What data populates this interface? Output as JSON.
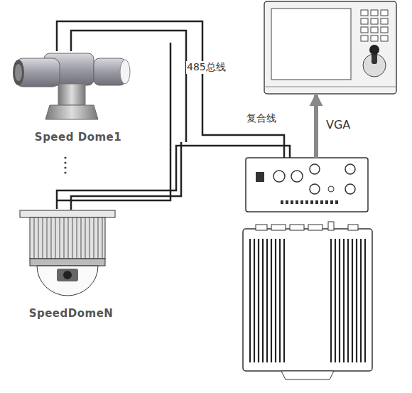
{
  "diagram": {
    "nodes": [
      {
        "text": [
          "Speed Dome1"
        ]
      },
      {
        "text": []
      },
      {
        "text": []
      },
      {
        "text": [
          "SpeedDomeN"
        ]
      }
    ],
    "edges": [
      {
        "from": 0,
        "to": 2,
        "arrow": "none"
      },
      {
        "from": 3,
        "to": 2,
        "arrow": "none"
      },
      {
        "from": 2,
        "to": 1,
        "label": "VGA",
        "arrow": "to"
      }
    ],
    "labels": [
      "485总线",
      "复合线"
    ]
  }
}
